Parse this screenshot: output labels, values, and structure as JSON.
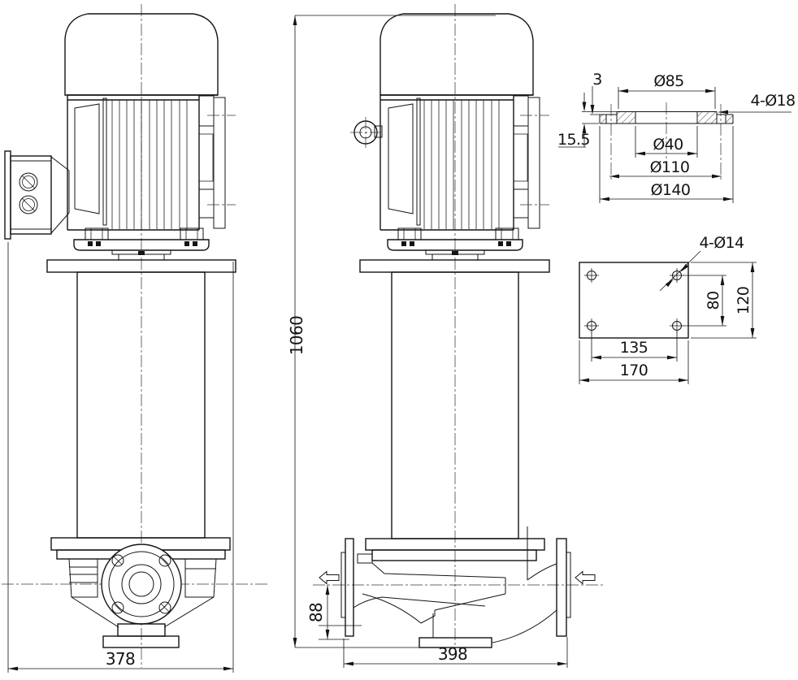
{
  "colors": {
    "line": "#141414",
    "background": "#ffffff",
    "centerline": "#3a3a3a"
  },
  "front_view": {
    "dim_overall_width": "378"
  },
  "side_view": {
    "dim_overall_height": "1060",
    "dim_port_center_height": "88",
    "dim_base_width": "398"
  },
  "flange_detail": {
    "dim_raised_face_height": "3",
    "dim_flange_thickness": "15.5",
    "dim_raised_face_diameter": "Ø85",
    "dim_bolt_holes": "4-Ø18",
    "dim_bore_diameter": "Ø40",
    "dim_bolt_circle_diameter": "Ø110",
    "dim_outer_diameter": "Ø140"
  },
  "base_plate_detail": {
    "dim_bolt_holes": "4-Ø14",
    "dim_hole_row_spacing": "80",
    "dim_plate_depth": "120",
    "dim_hole_column_spacing": "135",
    "dim_plate_width": "170"
  }
}
